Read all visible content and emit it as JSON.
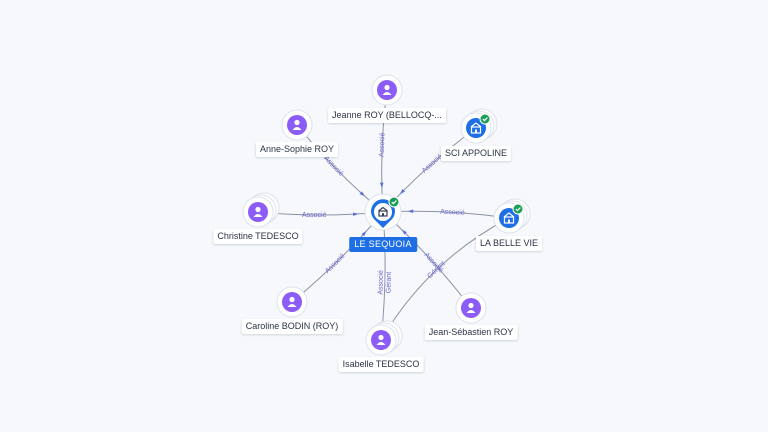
{
  "center": {
    "label": "LE SEQUOIA",
    "icon": "building-icon",
    "badge": "check-icon",
    "color": "#1e6fe6"
  },
  "nodes": [
    {
      "id": "jeanne",
      "label": "Jeanne ROY (BELLOCQ-...",
      "type": "person",
      "stack": false
    },
    {
      "id": "anne",
      "label": "Anne-Sophie ROY",
      "type": "person",
      "stack": false
    },
    {
      "id": "sci",
      "label": "SCI APPOLINE",
      "type": "company",
      "stack": true
    },
    {
      "id": "christine",
      "label": "Christine TEDESCO",
      "type": "person",
      "stack": true
    },
    {
      "id": "labelle",
      "label": "LA BELLE VIE",
      "type": "company",
      "stack": true
    },
    {
      "id": "caroline",
      "label": "Caroline BODIN (ROY)",
      "type": "person",
      "stack": false
    },
    {
      "id": "jeansebastien",
      "label": "Jean-Sébastien ROY",
      "type": "person",
      "stack": false
    },
    {
      "id": "isabelle",
      "label": "Isabelle TEDESCO",
      "type": "person",
      "stack": true
    }
  ],
  "edges": [
    {
      "from": "jeanne",
      "labels": [
        "Associé"
      ]
    },
    {
      "from": "anne",
      "labels": [
        "Associé"
      ]
    },
    {
      "from": "sci",
      "labels": [
        "Associé"
      ]
    },
    {
      "from": "christine",
      "labels": [
        "Associé"
      ]
    },
    {
      "from": "labelle",
      "labels": [
        "Associé"
      ]
    },
    {
      "from": "caroline",
      "labels": [
        "Associé"
      ]
    },
    {
      "from": "jeansebastien",
      "labels": [
        "Associé"
      ]
    },
    {
      "from": "isabelle",
      "labels": [
        "Associé",
        "Gérant"
      ]
    },
    {
      "from": "labelle",
      "to": "isabelle",
      "labels": [
        "Gérant"
      ]
    }
  ],
  "colors": {
    "person": "#8b5cf6",
    "company": "#1e6fe6",
    "badge": "#1a9e55",
    "edge": "#8a93a6",
    "edge_label": "#6a64c8"
  }
}
